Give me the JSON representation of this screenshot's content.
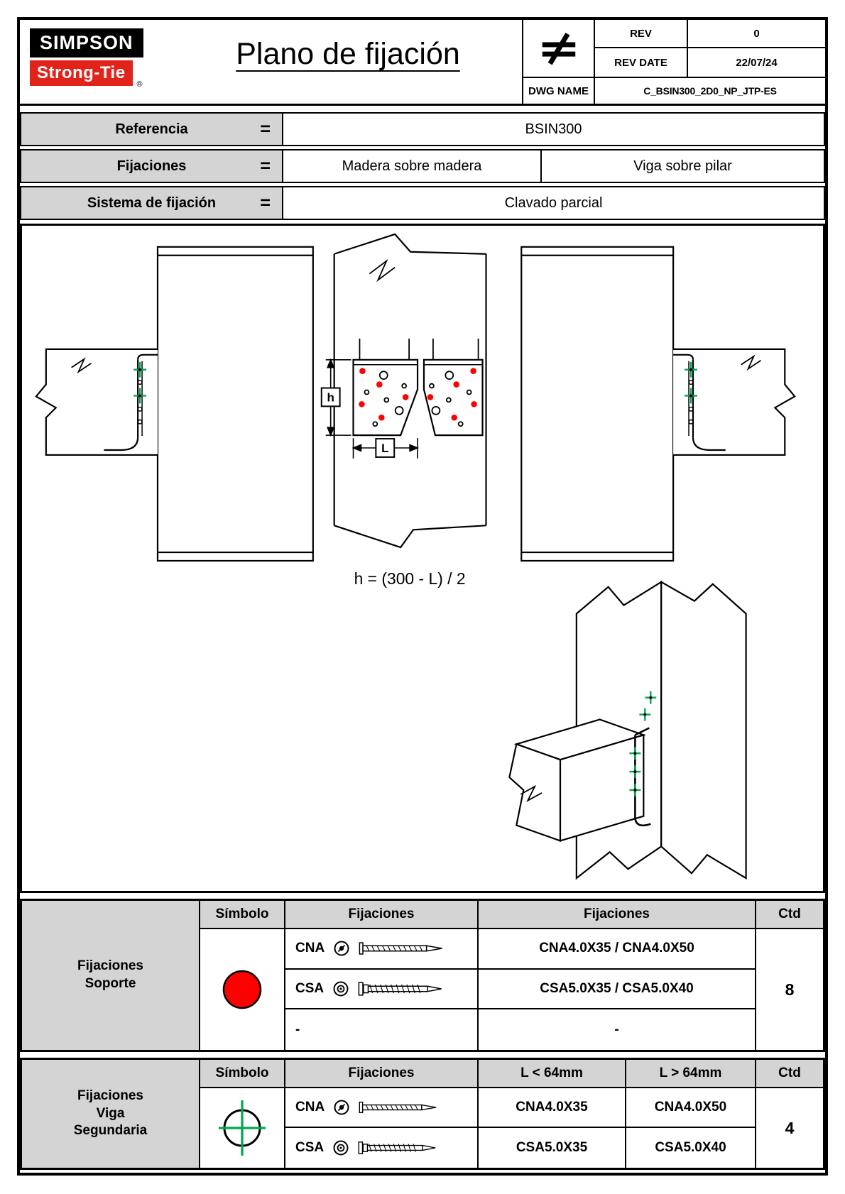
{
  "header": {
    "logo_top": "SIMPSON",
    "logo_bottom": "Strong-Tie",
    "logo_reg": "®",
    "title": "Plano de fijación",
    "title_block": {
      "rev_label": "REV",
      "rev_value": "0",
      "rev_date_label": "REV DATE",
      "rev_date_value": "22/07/24",
      "dwg_label": "DWG NAME",
      "dwg_value": "C_BSIN300_2D0_NP_JTP-ES"
    }
  },
  "info": {
    "rows": [
      {
        "label": "Referencia",
        "eq": "=",
        "value": "BSIN300"
      },
      {
        "label": "Fijaciones",
        "eq": "=",
        "value_left": "Madera sobre madera",
        "value_right": "Viga sobre pilar"
      },
      {
        "label": "Sistema de fijación",
        "eq": "=",
        "value": "Clavado parcial"
      }
    ]
  },
  "drawing": {
    "h_label": "h",
    "l_label": "L",
    "formula": "h = (300 - L) / 2"
  },
  "support_table": {
    "group_label": "Fijaciones Soporte",
    "col_symbol": "Símbolo",
    "col_fix": "Fijaciones",
    "col_fix2": "Fijaciones",
    "col_qty": "Ctd",
    "rows": [
      {
        "code": "CNA",
        "models": "CNA4.0X35 / CNA4.0X50"
      },
      {
        "code": "CSA",
        "models": "CSA5.0X35 / CSA5.0X40"
      },
      {
        "code": "-",
        "models": "-"
      }
    ],
    "qty": "8"
  },
  "secondary_table": {
    "group_label": "Fijaciones Viga Segundaria",
    "col_symbol": "Símbolo",
    "col_fix": "Fijaciones",
    "col_lt": "L < 64mm",
    "col_gt": "L > 64mm",
    "col_qty": "Ctd",
    "rows": [
      {
        "code": "CNA",
        "lt": "CNA4.0X35",
        "gt": "CNA4.0X50"
      },
      {
        "code": "CSA",
        "lt": "CSA5.0X35",
        "gt": "CSA5.0X40"
      }
    ],
    "qty": "4"
  },
  "colors": {
    "support_symbol": "#ff0000",
    "marker_green": "#00a650",
    "logo_red": "#e2231a",
    "table_gray": "#d4d4d4"
  },
  "icons": {
    "brand_mark": "not-equal-icon",
    "cna": "nail-icon",
    "csa": "screw-icon",
    "support_symbol": "red-circle-symbol",
    "secondary_symbol": "green-crosshair-symbol"
  }
}
